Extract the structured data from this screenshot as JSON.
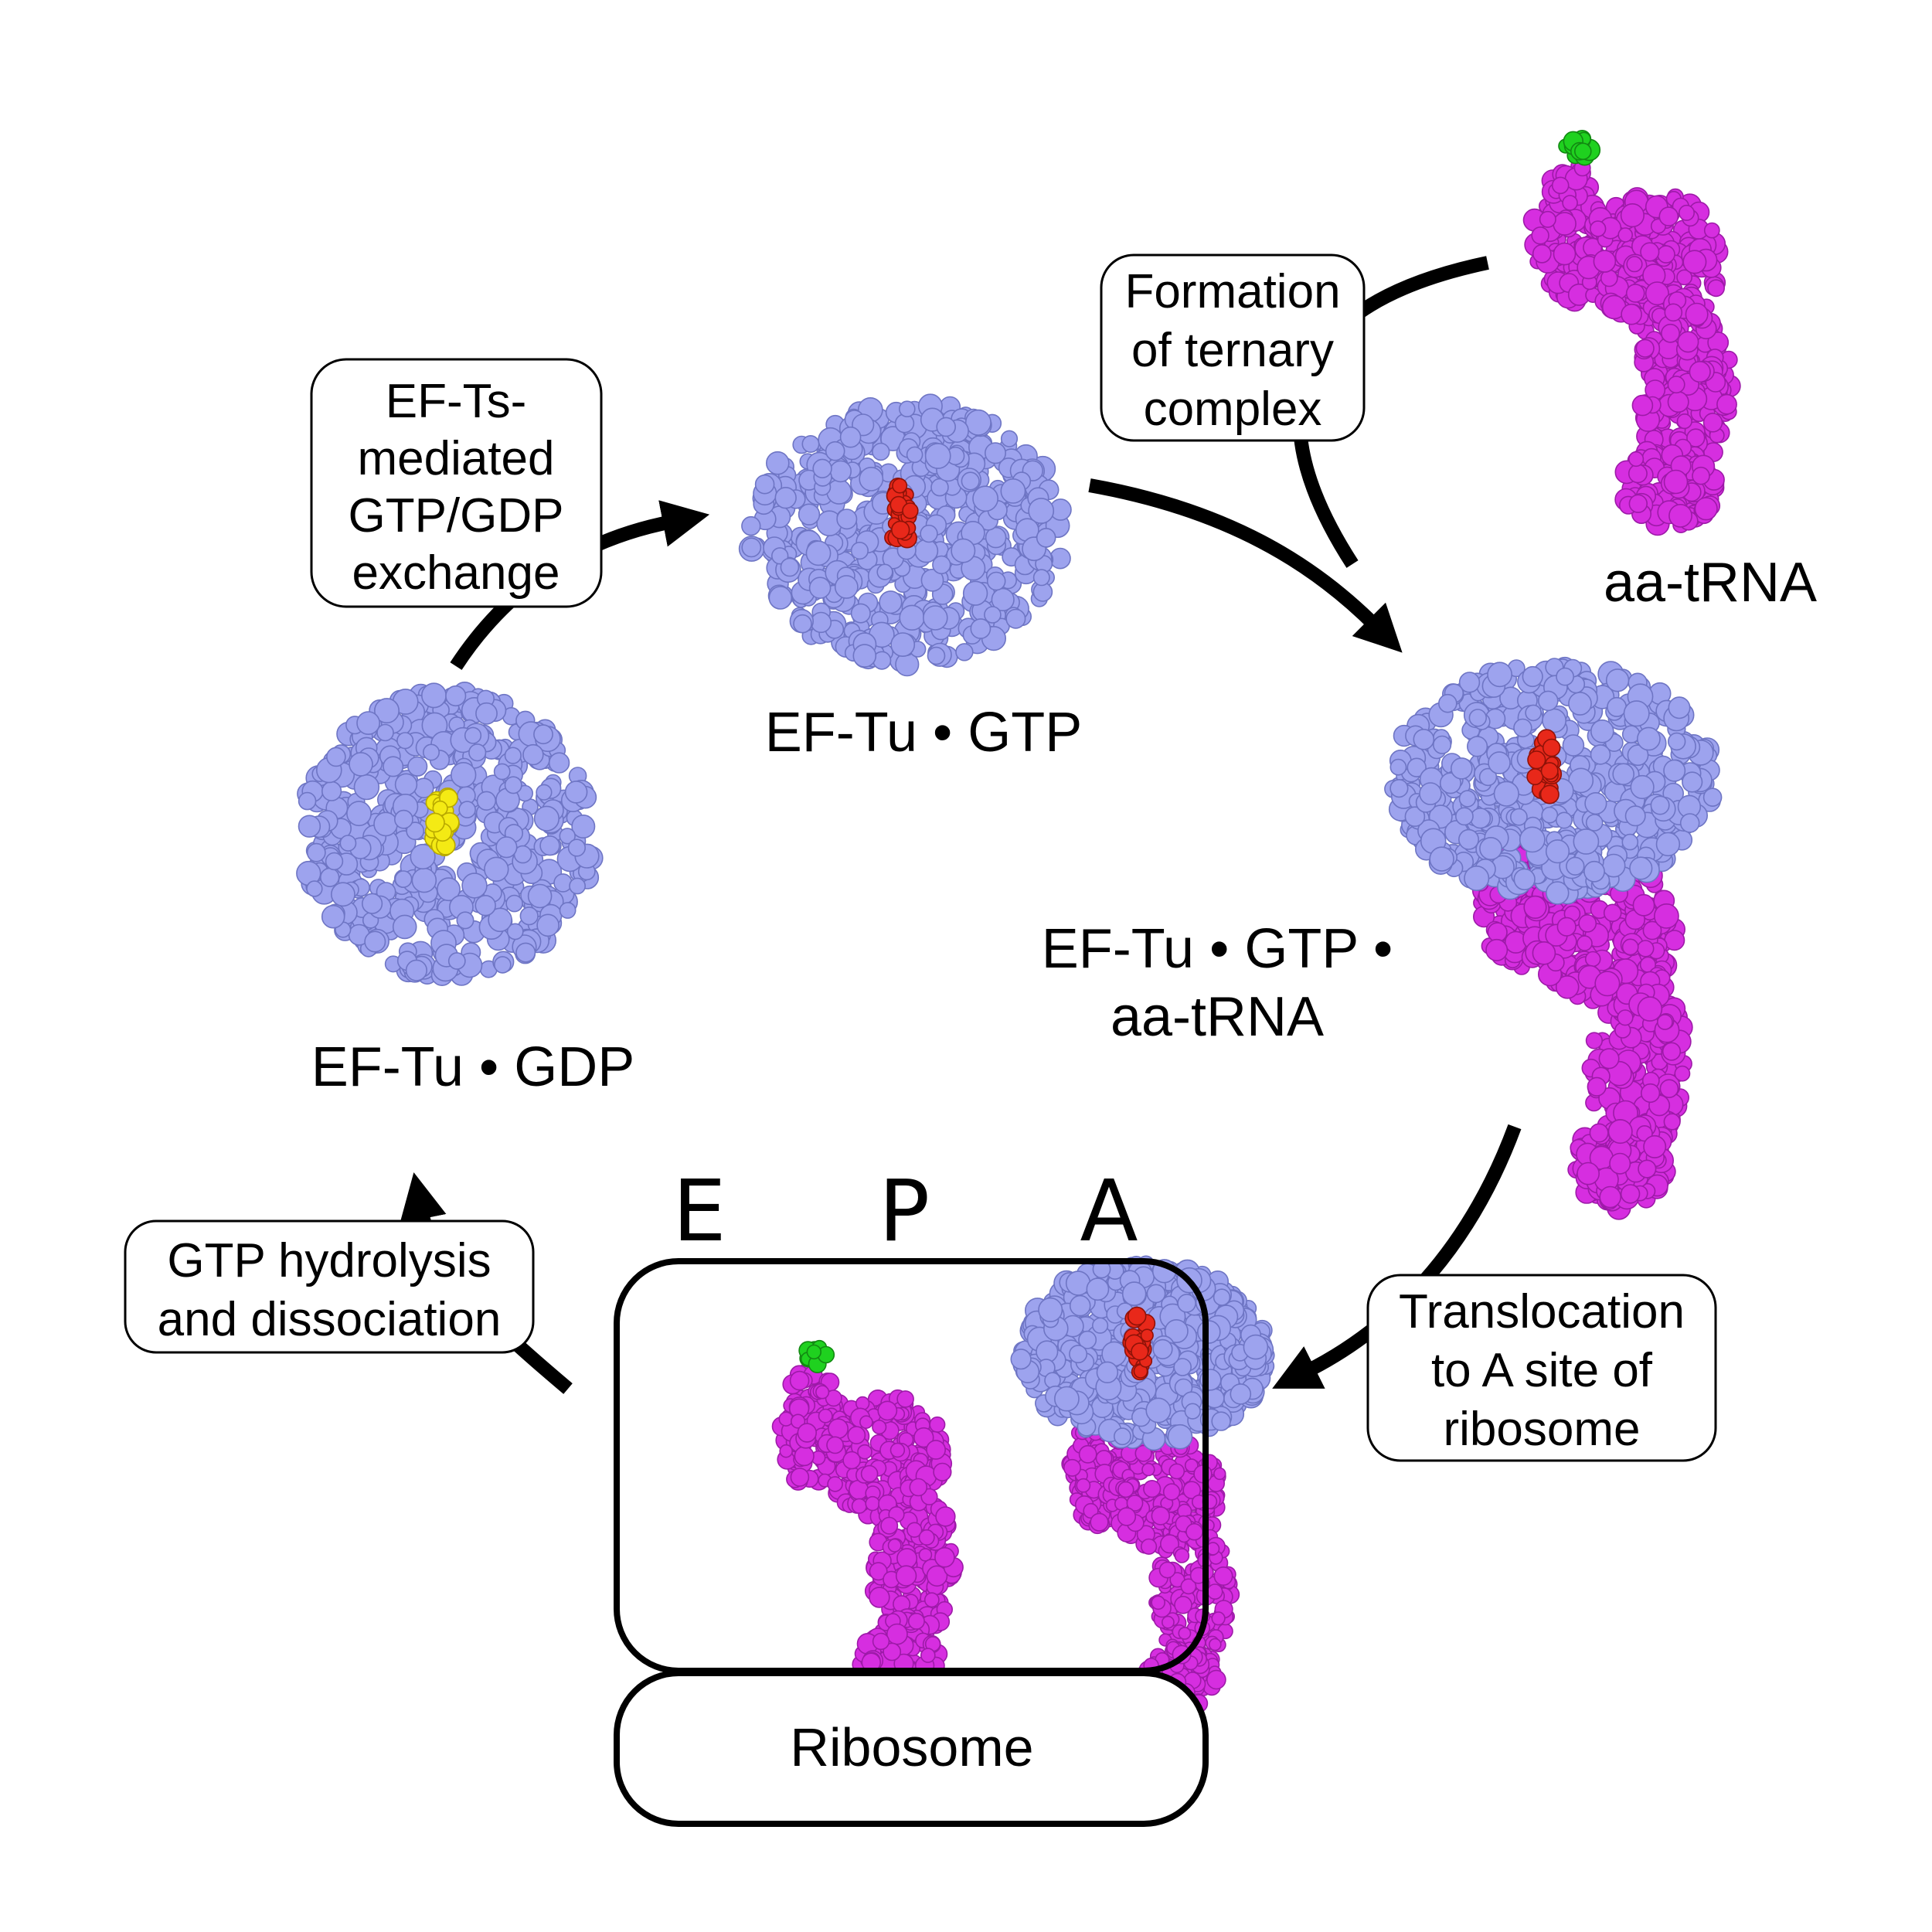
{
  "colors": {
    "ef_tu": "#9da3ee",
    "ef_tu_shade": "#6e75c4",
    "trna": "#d62ee0",
    "trna_shade": "#9d1aa8",
    "gtp": "#e8281a",
    "gdp": "#f4ea14",
    "amino_acid": "#1fd11f",
    "arrow": "#000000"
  },
  "labels": {
    "ef_tu_gtp": "EF-Tu • GTP",
    "ef_tu_gdp": "EF-Tu • GDP",
    "aa_trna": "aa-tRNA",
    "ternary_line1": "EF-Tu • GTP •",
    "ternary_line2": "aa-tRNA"
  },
  "step_boxes": {
    "exchange": [
      "EF-Ts-",
      "mediated",
      "GTP/GDP",
      "exchange"
    ],
    "formation": [
      "Formation",
      "of ternary",
      "complex"
    ],
    "translocation": [
      "Translocation",
      "to A site of",
      "ribosome"
    ],
    "hydrolysis": [
      "GTP hydrolysis",
      "and dissociation"
    ]
  },
  "ribosome": {
    "label": "Ribosome",
    "sites": [
      "E",
      "P",
      "A"
    ]
  },
  "molecules": [
    "ef-tu-gtp-structure",
    "ef-tu-gdp-structure",
    "aa-trna-structure",
    "ternary-complex-structure",
    "p-site-trna-structure",
    "a-site-complex-structure"
  ]
}
